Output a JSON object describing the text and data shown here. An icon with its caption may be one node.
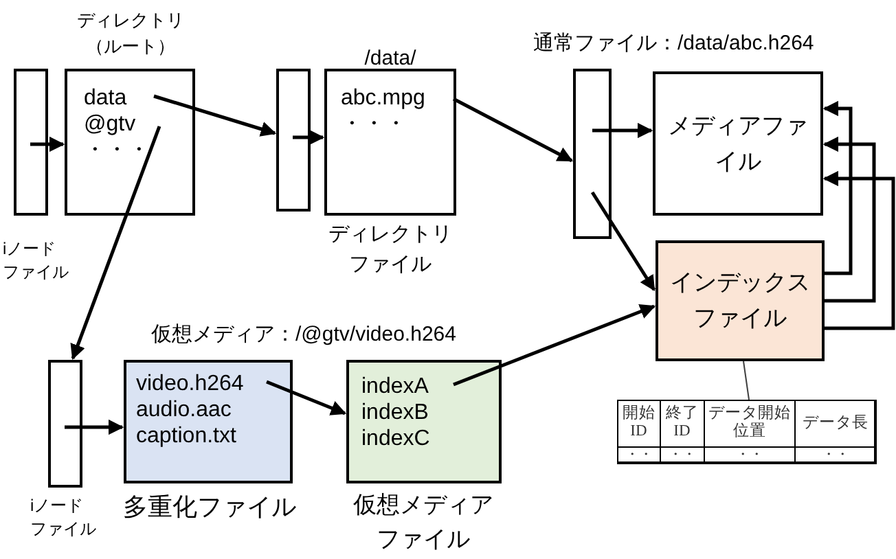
{
  "diagram": {
    "nodes": [
      {
        "text": [],
        "shape": "box",
        "beside": [
          "iノードファイル"
        ]
      },
      {
        "text": [
          "data",
          "@gtv",
          "・・・"
        ],
        "beside": [
          "ディレクトリ（ルート）"
        ]
      },
      {
        "text": [],
        "shape": "box"
      },
      {
        "text": [
          "abc.mpg",
          "・・・"
        ],
        "beside": [
          "/data/",
          "ディレクトリファイル"
        ]
      },
      {
        "text": [],
        "shape": "box"
      },
      {
        "text": [
          "メディアファイル"
        ]
      },
      {
        "text": [
          "インデックスファイル"
        ]
      },
      {
        "text": [],
        "shape": "box",
        "beside": [
          "iノードファイル"
        ]
      },
      {
        "text": [
          "video.h264",
          "audio.aac",
          "caption.txt"
        ],
        "beside": [
          "多重化ファイル"
        ]
      },
      {
        "text": [
          "indexA",
          "indexB",
          "indexC"
        ],
        "beside": [
          "仮想メディアファイル"
        ]
      },
      {
        "text": [],
        "shape": "box"
      }
    ],
    "edges": [
      {
        "from": 0,
        "to": 1,
        "arrow": "to"
      },
      {
        "from": 1,
        "to": 2,
        "arrow": "to"
      },
      {
        "from": 2,
        "to": 3,
        "arrow": "to"
      },
      {
        "from": 3,
        "to": 4,
        "arrow": "to"
      },
      {
        "from": 4,
        "to": 5,
        "arrow": "to"
      },
      {
        "from": 4,
        "to": 6,
        "arrow": "to"
      },
      {
        "from": 6,
        "to": 5,
        "arrow": "to"
      },
      {
        "from": 6,
        "to": 5,
        "arrow": "to"
      },
      {
        "from": 6,
        "to": 5,
        "arrow": "to"
      },
      {
        "from": 1,
        "to": 7,
        "arrow": "to"
      },
      {
        "from": 7,
        "to": 8,
        "arrow": "to"
      },
      {
        "from": 8,
        "to": 9,
        "arrow": "to"
      },
      {
        "from": 9,
        "to": 6,
        "arrow": "to"
      },
      {
        "from": 6,
        "to": 10,
        "arrow": "none"
      }
    ],
    "labels": [
      "通常ファイル：/data/abc.h264",
      "仮想メディア：/@gtv/video.h264",
      "開始ID",
      "終了ID",
      "データ開始位置",
      "データ長",
      "・・",
      "・・",
      "・・",
      "・・"
    ]
  }
}
